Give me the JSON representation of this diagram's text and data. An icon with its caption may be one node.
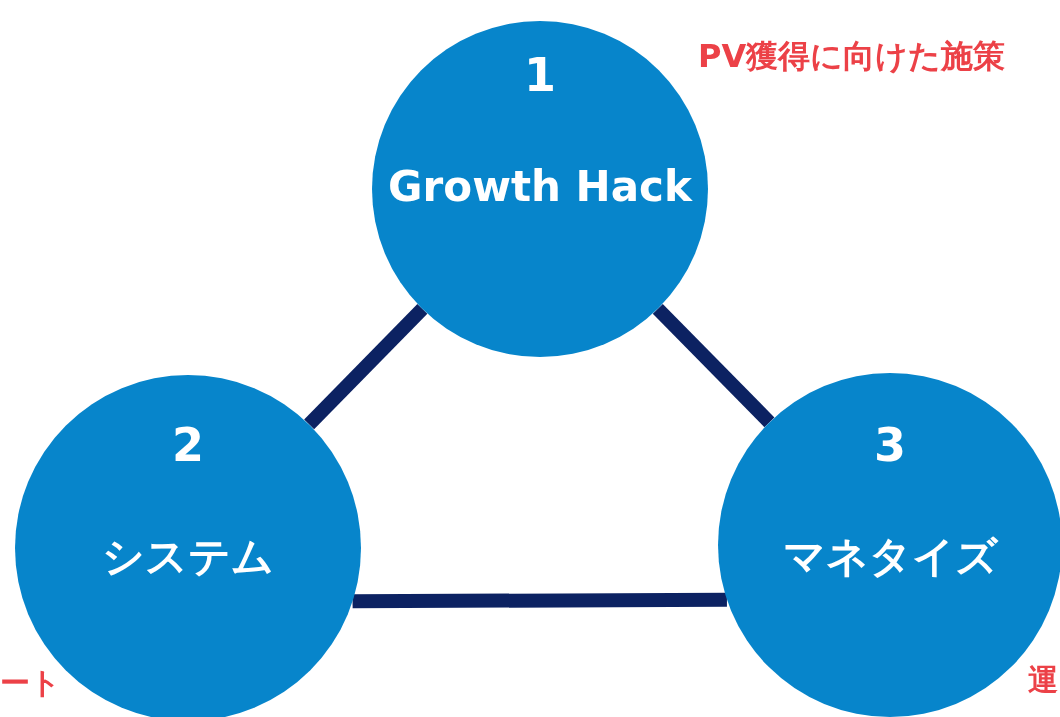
{
  "diagram": {
    "nodes": [
      {
        "text": [
          "1",
          "Growth Hack"
        ]
      },
      {
        "text": [
          "2",
          "システム"
        ]
      },
      {
        "text": [
          "3",
          "マネタイズ"
        ]
      }
    ],
    "edges": [
      {
        "from": 0,
        "to": 1,
        "arrow": "none"
      },
      {
        "from": 0,
        "to": 2,
        "arrow": "none"
      },
      {
        "from": 1,
        "to": 2,
        "arrow": "none"
      }
    ],
    "labels": [
      "PV獲得に向けた施策",
      "ート",
      "運"
    ]
  }
}
